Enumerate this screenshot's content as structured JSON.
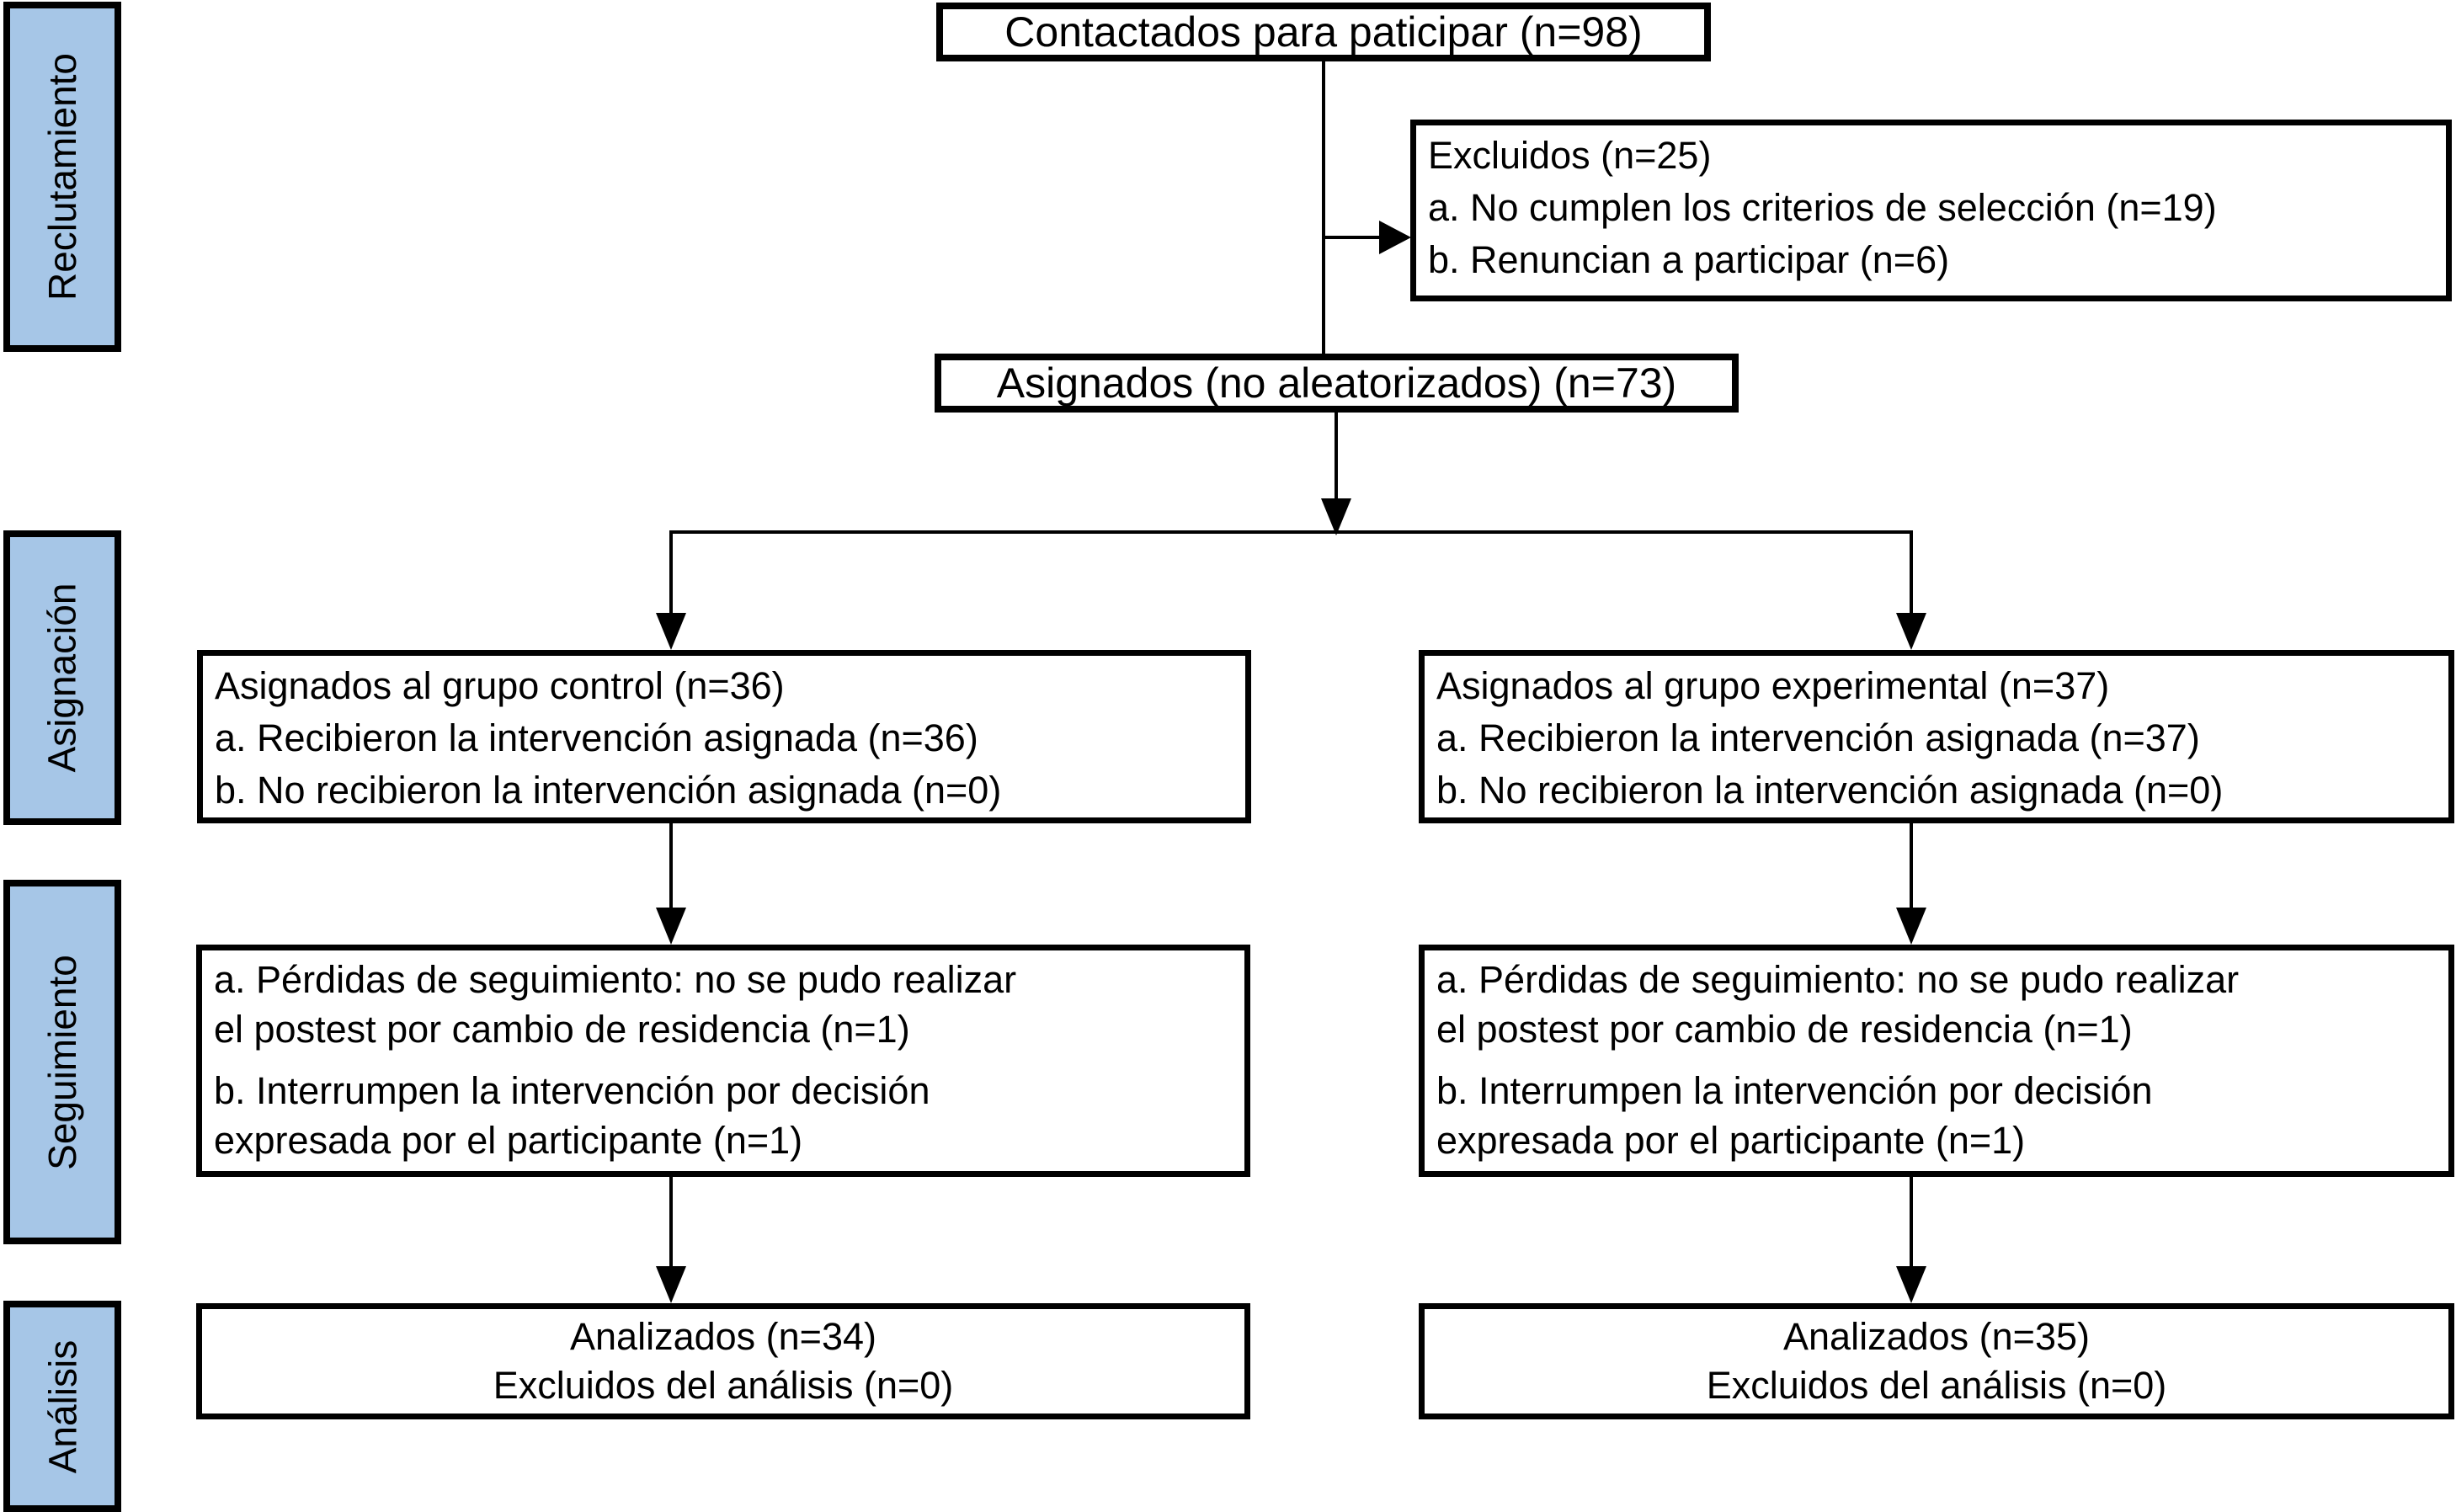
{
  "diagram": {
    "sidebar": {
      "fill_color": "#a6c6e7",
      "stages": [
        {
          "label": "Reclutamiento"
        },
        {
          "label": "Asignación"
        },
        {
          "label": "Seguimiento"
        },
        {
          "label": "Análisis"
        }
      ]
    },
    "boxes": {
      "contactados": {
        "text": "Contactados para paticipar (n=98)"
      },
      "excluidos": {
        "lines": [
          "Excluidos (n=25)",
          "a. No cumplen los criterios de selección (n=19)",
          "b. Renuncian a participar (n=6)"
        ]
      },
      "asignados": {
        "text": "Asignados (no aleatorizados) (n=73)"
      },
      "grupo_control": {
        "lines": [
          "Asignados al grupo control (n=36)",
          "a. Recibieron la intervención asignada (n=36)",
          "b. No recibieron la intervención asignada (n=0)"
        ]
      },
      "grupo_experimental": {
        "lines": [
          "Asignados al grupo experimental (n=37)",
          "a. Recibieron la intervención asignada (n=37)",
          "b. No recibieron la intervención asignada (n=0)"
        ]
      },
      "seguimiento_control": {
        "lines": [
          "a. Pérdidas de seguimiento: no se pudo realizar",
          "el postest por cambio de residencia  (n=1)",
          "b. Interrumpen la intervención por decisión",
          "expresada por el participante (n=1)"
        ]
      },
      "seguimiento_experimental": {
        "lines": [
          "a. Pérdidas de seguimiento: no se pudo realizar",
          "el postest por cambio de residencia  (n=1)",
          "b. Interrumpen la intervención por decisión",
          "expresada por el participante (n=1)"
        ]
      },
      "analisis_control": {
        "lines": [
          "Analizados (n=34)",
          "Excluidos del análisis (n=0)"
        ]
      },
      "analisis_experimental": {
        "lines": [
          "Analizados (n=35)",
          "Excluidos del análisis (n=0)"
        ]
      }
    }
  }
}
